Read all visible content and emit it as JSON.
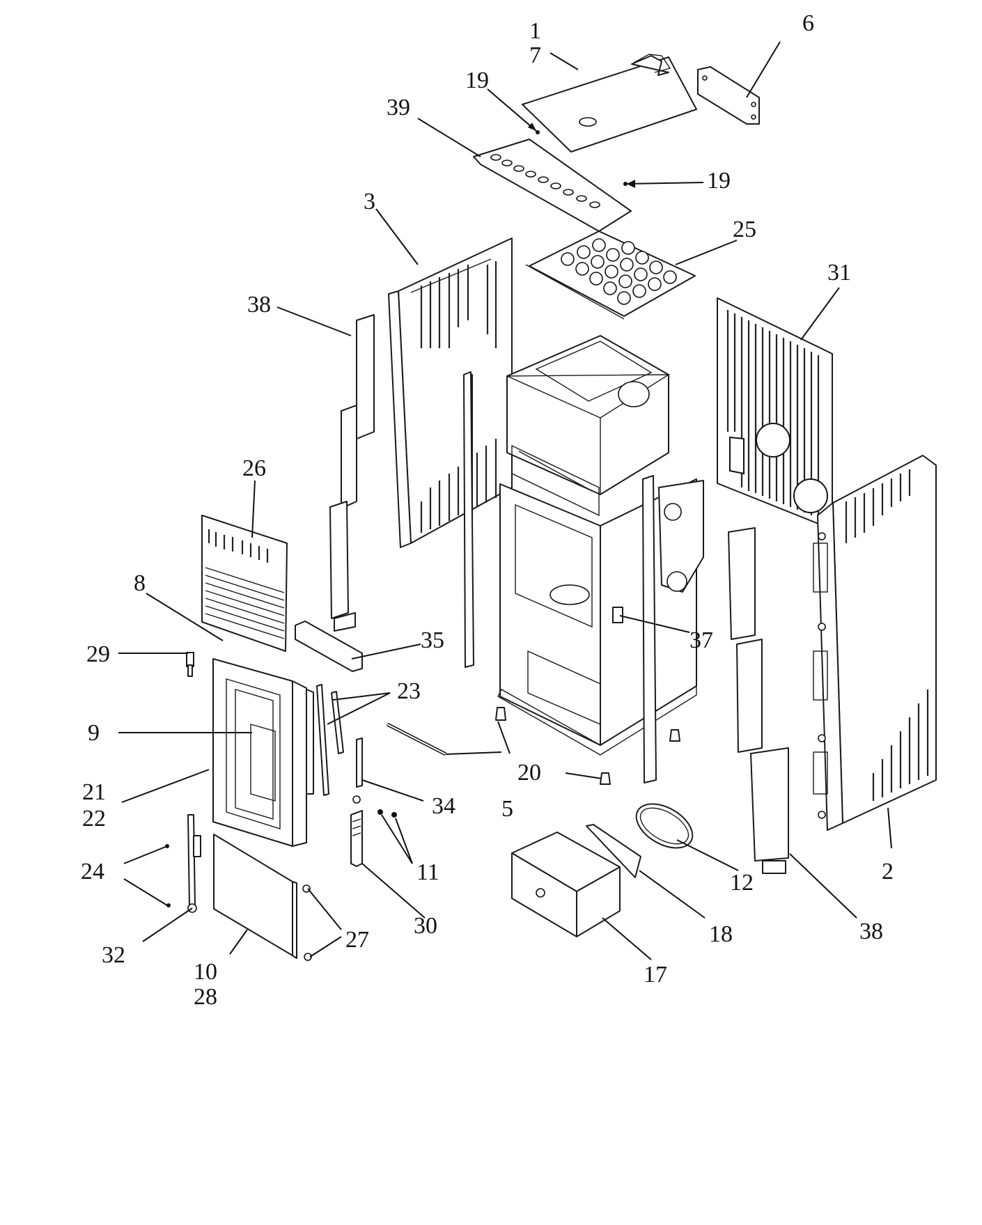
{
  "callouts": {
    "c1": "1",
    "c7": "7",
    "c6": "6",
    "c19a": "19",
    "c19b": "19",
    "c39": "39",
    "c3": "3",
    "c25": "25",
    "c31": "31",
    "c38a": "38",
    "c38b": "38",
    "c26": "26",
    "c8": "8",
    "c29": "29",
    "c35": "35",
    "c37": "37",
    "c23": "23",
    "c9": "9",
    "c20": "20",
    "c21": "21",
    "c22": "22",
    "c34": "34",
    "c5": "5",
    "c24": "24",
    "c11": "11",
    "c12": "12",
    "c2": "2",
    "c32": "32",
    "c27": "27",
    "c30": "30",
    "c18": "18",
    "c10": "10",
    "c28": "28",
    "c17": "17"
  }
}
